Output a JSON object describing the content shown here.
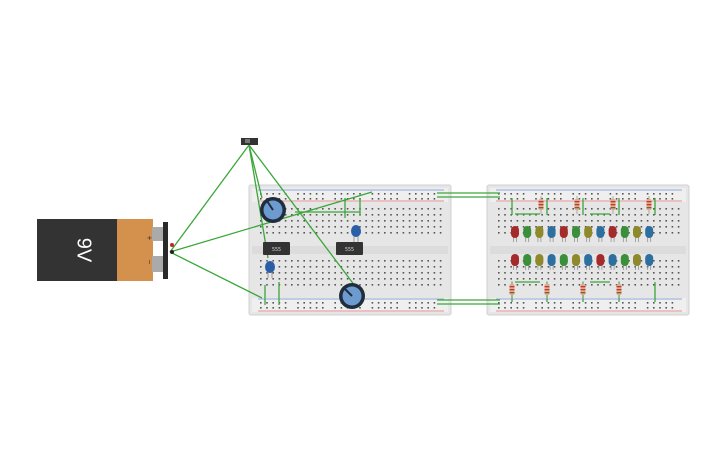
{
  "battery": {
    "label": "9V",
    "plus": "+",
    "minus": "−",
    "body_color": "#333333",
    "cap_color": "#d4914e"
  },
  "ic_chips": [
    {
      "label": "555"
    },
    {
      "label": "555"
    }
  ],
  "colors": {
    "wire": "#3aa63a",
    "breadboard": "#e6e6e6",
    "rail_red": "#d33",
    "rail_blue": "#36c",
    "pot_ring": "#1f2d3d",
    "pot_knob": "#6d9bd0",
    "capacitor": "#2a5fa8"
  },
  "led_colors_top": [
    "#a52a2a",
    "#3a8f3a",
    "#8e8a2c",
    "#2d6f9e",
    "#a52a2a",
    "#3a8f3a",
    "#8e8a2c",
    "#2d6f9e",
    "#a52a2a",
    "#3a8f3a",
    "#8e8a2c",
    "#2d6f9e"
  ],
  "led_colors_bottom": [
    "#a52a2a",
    "#3a8f3a",
    "#8e8a2c",
    "#2d6f9e",
    "#3a8f3a",
    "#8e8a2c",
    "#2d6f9e",
    "#a52a2a",
    "#2d6f9e",
    "#3a8f3a",
    "#8e8a2c",
    "#2d6f9e"
  ]
}
